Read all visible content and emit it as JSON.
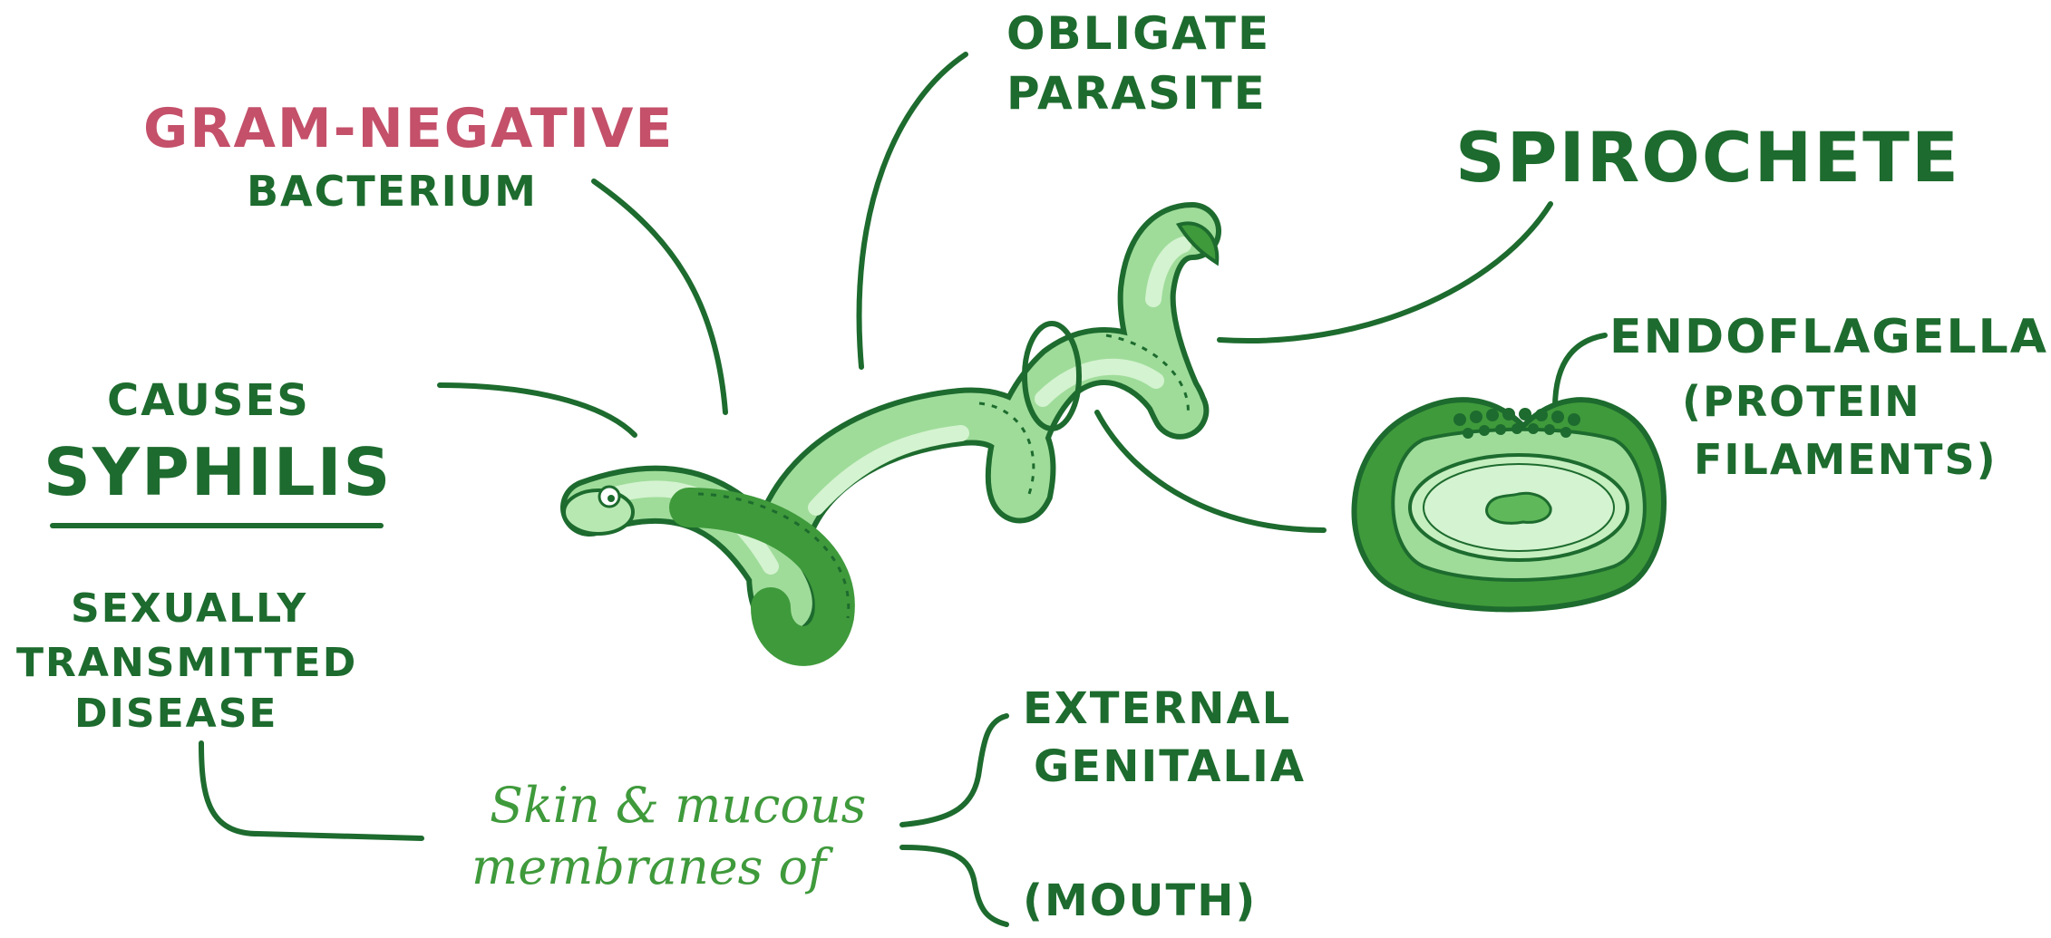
{
  "labels": {
    "gram_negative": "GRAM-NEGATIVE",
    "bacterium": "BACTERIUM",
    "obligate": "OBLIGATE",
    "parasite": "PARASITE",
    "spirochete": "SPIROCHETE",
    "endoflagella": "ENDOFLAGELLA",
    "protein": "(PROTEIN",
    "filaments": "FILAMENTS)",
    "causes": "CAUSES",
    "syphilis": "SYPHILIS",
    "sexually": "SEXUALLY",
    "transmitted": "TRANSMITTED",
    "disease": "DISEASE",
    "skin_mucous": "Skin & mucous",
    "membranes_of": "membranes of",
    "external": "EXTERNAL",
    "genitalia": "GENITALIA",
    "mouth": "(MOUTH)"
  },
  "colors": {
    "dark_green": "#1d6b2e",
    "mid_green": "#3f9a3b",
    "light_green": "#9fdc9a",
    "pale_green": "#d4f3d0",
    "pink": "#c4506a"
  }
}
